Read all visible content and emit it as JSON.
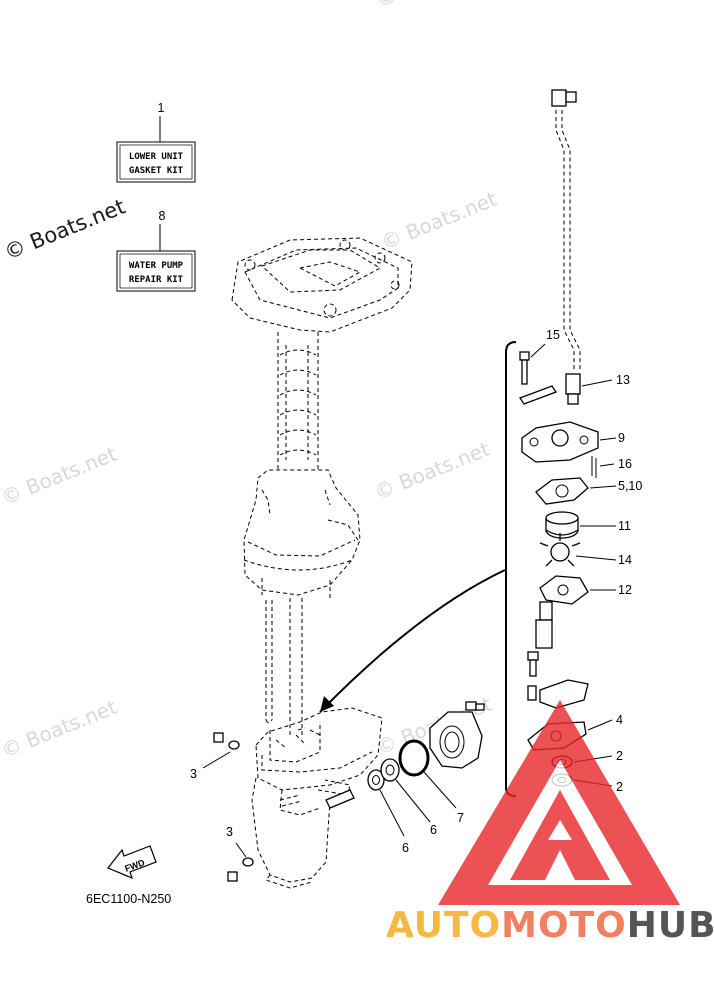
{
  "kits": [
    {
      "number": "1",
      "line1": "LOWER UNIT",
      "line2": "GASKET KIT"
    },
    {
      "number": "8",
      "line1": "WATER PUMP",
      "line2": "REPAIR KIT"
    }
  ],
  "callouts": {
    "c15": "15",
    "c13": "13",
    "c9": "9",
    "c16": "16",
    "c5_10": "5,10",
    "c11": "11",
    "c14": "14",
    "c12": "12",
    "c4": "4",
    "c2a": "2",
    "c2b": "2",
    "c3a": "3",
    "c3b": "3",
    "c6a": "6",
    "c6b": "6",
    "c7": "7"
  },
  "fwd_label": "FWD",
  "diagram_code": "6EC1100-N250",
  "watermark": "© Boats.net",
  "brand": {
    "part1": "AUTO",
    "part2": "MOTO",
    "part3": "HUB",
    "color1": "#f5b840",
    "color2": "#f08060",
    "color3": "#555555",
    "logo_color": "#e8262a"
  }
}
